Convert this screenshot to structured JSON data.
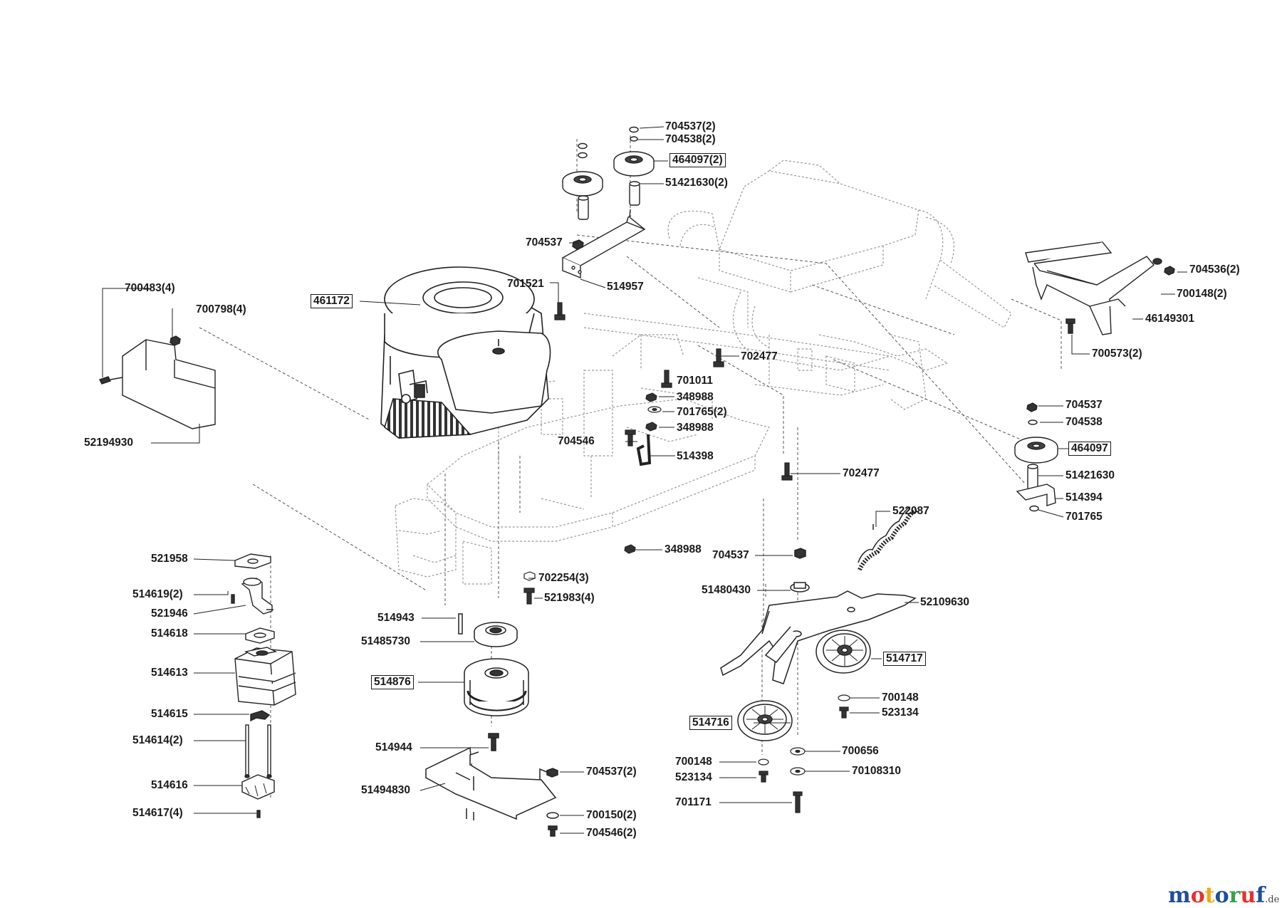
{
  "diagram": {
    "labels": [
      {
        "id": "l01",
        "text": "704537(2)",
        "boxed": false
      },
      {
        "id": "l02",
        "text": "704538(2)",
        "boxed": false
      },
      {
        "id": "l03",
        "text": "464097(2)",
        "boxed": true
      },
      {
        "id": "l04",
        "text": "51421630(2)",
        "boxed": false
      },
      {
        "id": "l05",
        "text": "704537",
        "boxed": false
      },
      {
        "id": "l06",
        "text": "514957",
        "boxed": false
      },
      {
        "id": "l07",
        "text": "701521",
        "boxed": false
      },
      {
        "id": "l08",
        "text": "461172",
        "boxed": true
      },
      {
        "id": "l09",
        "text": "700483(4)",
        "boxed": false
      },
      {
        "id": "l10",
        "text": "700798(4)",
        "boxed": false
      },
      {
        "id": "l11",
        "text": "52194930",
        "boxed": false
      },
      {
        "id": "l12",
        "text": "702477",
        "boxed": false
      },
      {
        "id": "l13",
        "text": "701011",
        "boxed": false
      },
      {
        "id": "l14",
        "text": "348988",
        "boxed": false
      },
      {
        "id": "l15",
        "text": "701765(2)",
        "boxed": false
      },
      {
        "id": "l16",
        "text": "348988",
        "boxed": false
      },
      {
        "id": "l17",
        "text": "704546",
        "boxed": false
      },
      {
        "id": "l18",
        "text": "514398",
        "boxed": false
      },
      {
        "id": "l19",
        "text": "702477",
        "boxed": false
      },
      {
        "id": "l20",
        "text": "704536(2)",
        "boxed": false
      },
      {
        "id": "l21",
        "text": "700148(2)",
        "boxed": false
      },
      {
        "id": "l22",
        "text": "46149301",
        "boxed": false
      },
      {
        "id": "l23",
        "text": "700573(2)",
        "boxed": false
      },
      {
        "id": "l24",
        "text": "704537",
        "boxed": false
      },
      {
        "id": "l25",
        "text": "704538",
        "boxed": false
      },
      {
        "id": "l26",
        "text": "464097",
        "boxed": true
      },
      {
        "id": "l27",
        "text": "51421630",
        "boxed": false
      },
      {
        "id": "l28",
        "text": "514394",
        "boxed": false
      },
      {
        "id": "l29",
        "text": "701765",
        "boxed": false
      },
      {
        "id": "l30",
        "text": "522087",
        "boxed": false
      },
      {
        "id": "l31",
        "text": "348988",
        "boxed": false
      },
      {
        "id": "l32",
        "text": "704537",
        "boxed": false
      },
      {
        "id": "l33",
        "text": "51480430",
        "boxed": false
      },
      {
        "id": "l34",
        "text": "52109630",
        "boxed": false
      },
      {
        "id": "l35",
        "text": "514717",
        "boxed": true
      },
      {
        "id": "l36",
        "text": "700148",
        "boxed": false
      },
      {
        "id": "l37",
        "text": "523134",
        "boxed": false
      },
      {
        "id": "l38",
        "text": "514716",
        "boxed": true
      },
      {
        "id": "l39",
        "text": "700656",
        "boxed": false
      },
      {
        "id": "l40",
        "text": "700148",
        "boxed": false
      },
      {
        "id": "l41",
        "text": "70108310",
        "boxed": false
      },
      {
        "id": "l42",
        "text": "523134",
        "boxed": false
      },
      {
        "id": "l43",
        "text": "701171",
        "boxed": false
      },
      {
        "id": "l44",
        "text": "521958",
        "boxed": false
      },
      {
        "id": "l45",
        "text": "514619(2)",
        "boxed": false
      },
      {
        "id": "l46",
        "text": "521946",
        "boxed": false
      },
      {
        "id": "l47",
        "text": "514618",
        "boxed": false
      },
      {
        "id": "l48",
        "text": "514613",
        "boxed": false
      },
      {
        "id": "l49",
        "text": "514615",
        "boxed": false
      },
      {
        "id": "l50",
        "text": "514614(2)",
        "boxed": false
      },
      {
        "id": "l51",
        "text": "514616",
        "boxed": false
      },
      {
        "id": "l52",
        "text": "514617(4)",
        "boxed": false
      },
      {
        "id": "l53",
        "text": "702254(3)",
        "boxed": false
      },
      {
        "id": "l54",
        "text": "521983(4)",
        "boxed": false
      },
      {
        "id": "l55",
        "text": "514943",
        "boxed": false
      },
      {
        "id": "l56",
        "text": "51485730",
        "boxed": false
      },
      {
        "id": "l57",
        "text": "514876",
        "boxed": true
      },
      {
        "id": "l58",
        "text": "514944",
        "boxed": false
      },
      {
        "id": "l59",
        "text": "51494830",
        "boxed": false
      },
      {
        "id": "l60",
        "text": "704537(2)",
        "boxed": false
      },
      {
        "id": "l61",
        "text": "700150(2)",
        "boxed": false
      },
      {
        "id": "l62",
        "text": "704546(2)",
        "boxed": false
      }
    ]
  },
  "brand": {
    "letters": [
      "m",
      "o",
      "t",
      "o",
      "r",
      "u",
      "f"
    ],
    "colors": [
      "#1f4e9a",
      "#e5322d",
      "#f3a712",
      "#1f4e9a",
      "#3aa14a",
      "#e5322d",
      "#1f4e9a"
    ],
    "tld": ".de"
  }
}
